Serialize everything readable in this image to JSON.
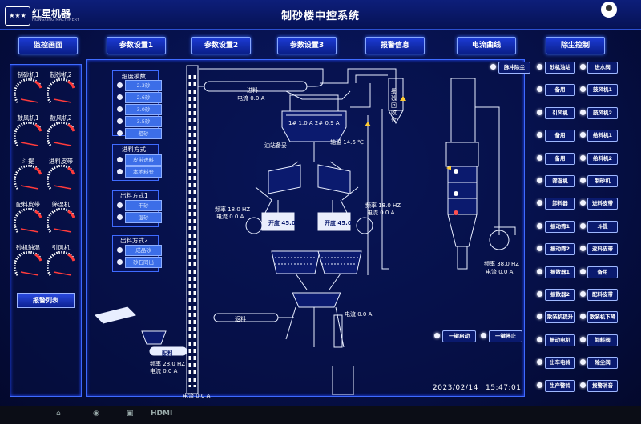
{
  "header": {
    "title": "制砂楼中控系统",
    "brand": "红星机器",
    "brand_sub": "HONGXING MACHINERY",
    "logo_mark": "★★★"
  },
  "nav": [
    "监控画面",
    "参数设置1",
    "参数设置2",
    "参数设置3",
    "报警信息",
    "电流曲线",
    "除尘控制"
  ],
  "gauges": [
    "制砂机1",
    "制砂机2",
    "鼓风机1",
    "鼓风机2",
    "斗提",
    "进料皮带",
    "配料皮带",
    "筛湿机",
    "砂机轴温",
    "引风机"
  ],
  "alarm_list_label": "报警列表",
  "groups": {
    "fineness": {
      "title": "细度模数",
      "options": [
        "2.3砂",
        "2.6砂",
        "3.0砂",
        "3.5砂",
        "粗砂"
      ]
    },
    "feed": {
      "title": "进料方式",
      "options": [
        "皮带进料",
        "本地料仓"
      ]
    },
    "discharge1": {
      "title": "出料方式1",
      "options": [
        "干砂",
        "湿砂"
      ]
    },
    "discharge2": {
      "title": "出料方式2",
      "options": [
        "成品砂",
        "砂石同出"
      ]
    }
  },
  "process": {
    "top_feed_label": "进料",
    "top_current": "电流 0.0 A",
    "crusher_current": "1# 1.0 A   2# 0.9 A",
    "oil_station": "油站备妥",
    "bearing_temp": "轴温 14.6 ℃",
    "left_freq": "频率 18.0 HZ",
    "left_current": "电流 0.0 A",
    "right_freq": "频率 18.0 HZ",
    "right_current": "电流 0.0 A",
    "left_open": "开度 45.0",
    "right_open": "开度 45.0",
    "recycle_label": "细砂回收仓",
    "return_label": "返料",
    "return_current": "电流 0.0 A",
    "batch_label": "配料",
    "batch_freq": "频率 28.0 HZ",
    "batch_current": "电流 0.0 A",
    "elevator_current": "电流 0.0 A",
    "fan_freq": "频率 38.0 HZ",
    "fan_current": "电流 0.0 A"
  },
  "pulse_button": "脉冲除尘",
  "right_buttons_col1": [
    "砂机油站",
    "备用",
    "引风机",
    "备用",
    "备用",
    "筛湿机",
    "卸料器",
    "振动筛1",
    "振动筛2",
    "振散器1",
    "振散器2",
    "散装机提升",
    "振动电机",
    "出车电铃",
    "生产警铃"
  ],
  "right_buttons_col2": [
    "进水阀",
    "鼓风机1",
    "鼓风机2",
    "给料机1",
    "给料机2",
    "制砂机",
    "进料皮带",
    "斗提",
    "返料皮带",
    "备用",
    "配料皮带",
    "散装机下降",
    "卸料阀",
    "除尘阀",
    "报警消音"
  ],
  "actions": {
    "start": "一键启动",
    "stop": "一键停止"
  },
  "status": {
    "date": "2023/02/14",
    "time": "15:47:01"
  },
  "monitor_bar": [
    "HDMI"
  ]
}
